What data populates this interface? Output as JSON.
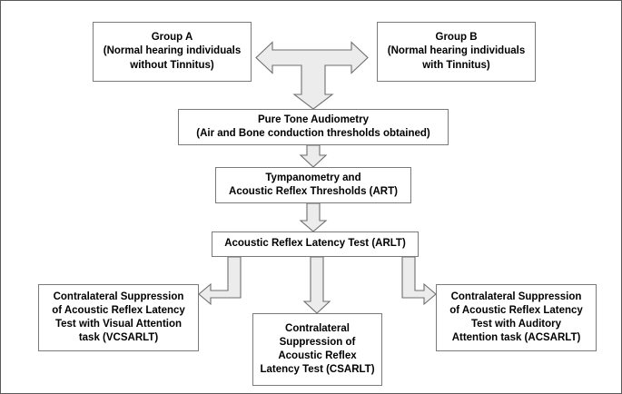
{
  "figure": {
    "type": "flowchart",
    "orientation": "top-down",
    "border_color": "#5a5a5a",
    "box_border_color": "#7a7a7a",
    "arrow_fill": "#ececec",
    "arrow_stroke": "#6e6e6e",
    "background": "#ffffff"
  },
  "nodes": {
    "group_a": {
      "lines": [
        "Group A",
        "(Normal hearing individuals",
        "without Tinnitus)"
      ]
    },
    "group_b": {
      "lines": [
        "Group B",
        "(Normal hearing individuals",
        "with Tinnitus)"
      ]
    },
    "pure_tone_audiometry": {
      "lines": [
        "Pure Tone Audiometry",
        "(Air and Bone conduction thresholds obtained)"
      ]
    },
    "tympanometry": {
      "lines": [
        "Tympanometry and",
        "Acoustic Reflex Thresholds (ART)"
      ]
    },
    "arlt": {
      "lines": [
        "Acoustic Reflex Latency Test (ARLT)"
      ]
    },
    "vcsarlt": {
      "lines": [
        "Contralateral Suppression",
        "of Acoustic Reflex Latency",
        "Test with Visual Attention",
        "task (VCSARLT)"
      ]
    },
    "csarlt": {
      "lines": [
        "Contralateral",
        "Suppression of",
        "Acoustic Reflex",
        "Latency Test (CSARLT)"
      ]
    },
    "acsarlt": {
      "lines": [
        "Contralateral Suppression",
        "of Acoustic Reflex Latency",
        "Test with Auditory",
        "Attention task (ACSARLT)"
      ]
    }
  },
  "connectors": [
    {
      "name": "tri-arrow-groups-to-pta",
      "shape": "tee",
      "from": [
        "group_a",
        "group_b"
      ],
      "to": "pure_tone_audiometry",
      "heads": [
        "left",
        "right",
        "down"
      ]
    },
    {
      "name": "arrow-pta-to-tympanometry",
      "shape": "straight-down",
      "from": "pure_tone_audiometry",
      "to": "tympanometry",
      "heads": [
        "down"
      ]
    },
    {
      "name": "arrow-tympanometry-to-arlt",
      "shape": "straight-down",
      "from": "tympanometry",
      "to": "arlt",
      "heads": [
        "down"
      ]
    },
    {
      "name": "arrow-arlt-to-vcsarlt",
      "shape": "elbow-down-left",
      "from": "arlt",
      "to": "vcsarlt",
      "heads": [
        "left"
      ]
    },
    {
      "name": "arrow-arlt-to-csarlt",
      "shape": "straight-down",
      "from": "arlt",
      "to": "csarlt",
      "heads": [
        "down"
      ]
    },
    {
      "name": "arrow-arlt-to-acsarlt",
      "shape": "elbow-down-right",
      "from": "arlt",
      "to": "acsarlt",
      "heads": [
        "right"
      ]
    }
  ]
}
